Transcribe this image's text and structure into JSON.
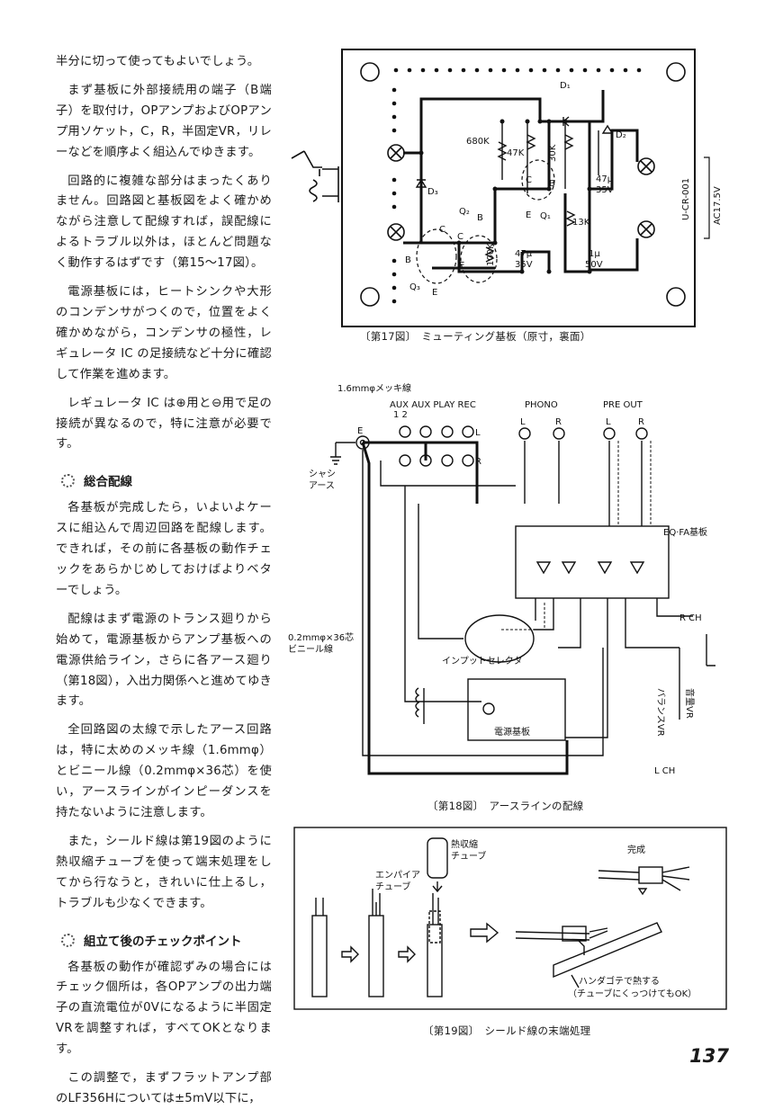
{
  "column_text": {
    "paragraphs": [
      "半分に切って使ってもよいでしょう。",
      "まず基板に外部接続用の端子（B端子）を取付け，OPアンプおよびOPアンプ用ソケット，C，R，半固定VR，リレーなどを順序よく組込んでゆきます。",
      "回路的に複雑な部分はまったくありません。回路図と基板図をよく確かめながら注意して配線すれば，誤配線によるトラブル以外は，ほとんど問題なく動作するはずです（第15～17図）。",
      "電源基板には，ヒートシンクや大形のコンデンサがつくので，位置をよく確かめながら，コンデンサの極性，レギュレータ IC の足接続など十分に確認して作業を進めます。",
      "レギュレータ IC は⊕用と⊖用で足の接続が異なるので，特に注意が必要です。"
    ],
    "heading1": "総合配線",
    "paragraphs2": [
      "各基板が完成したら，いよいよケースに組込んで周辺回路を配線します。できれば，その前に各基板の動作チェックをあらかじめしておけばよりベターでしょう。",
      "配線はまず電源のトランス廻りから始めて，電源基板からアンプ基板への電源供給ライン，さらに各アース廻り（第18図），入出力関係へと進めてゆきます。",
      "全回路図の太線で示したアース回路は，特に太めのメッキ線（1.6mmφ）とビニール線（0.2mmφ×36芯）を使い，アースラインがインピーダンスを持たないように注意します。",
      "また，シールド線は第19図のように熱収縮チューブを使って端末処理をしてから行なうと，きれいに仕上るし，トラブルも少なくできます。"
    ],
    "heading2": "組立て後のチェックポイント",
    "paragraphs3": [
      "各基板の動作が確認ずみの場合にはチェック個所は，各OPアンプの出力端子の直流電位が0Vになるように半固定VRを調整すれば，すべてOKとなります。",
      "この調整で，まずフラットアンプ部のLF356Hについては±5mV以下に，"
    ]
  },
  "fig17": {
    "caption": "〔第17図〕　ミューティング基板（原寸，裏面）",
    "labels": {
      "d1": "D₁",
      "d2": "D₂",
      "d3": "D₃",
      "r680": "680K",
      "r47": "47K",
      "r30": "30K",
      "c47a": "47μ",
      "v35a": "35V",
      "q2": "Q₂",
      "q1": "Q₁",
      "q3": "Q₃",
      "c": "C",
      "b": "B",
      "e": "E",
      "r13": "13K",
      "r100": "100K",
      "c47b": "47μ",
      "v35b": "35V",
      "c1": "1μ",
      "v50": "50V",
      "board_id": "U-CR-001",
      "ac": "AC17.5V"
    }
  },
  "fig18": {
    "caption": "〔第18図〕　アースラインの配線",
    "labels": {
      "wire16": "1.6mmφメッキ線",
      "aux": "AUX AUX PLAY REC",
      "n12": "1    2",
      "phono": "PHONO",
      "preout": "PRE OUT",
      "l": "L",
      "r": "R",
      "e": "E",
      "chassis": "シャシ",
      "earth": "アース",
      "eqfa": "EQ·FA基板",
      "rch": "R CH",
      "lch": "L CH",
      "wire02a": "0.2mmφ×36芯",
      "wire02b": "ビニール線",
      "selector": "インプットセレクタ",
      "power": "電源基板",
      "balance": "バランスVR",
      "volume": "音量VR"
    }
  },
  "fig19": {
    "caption": "〔第19図〕　シールド線の末端処理",
    "labels": {
      "tube1": "熱収縮",
      "tube2": "チューブ",
      "emp1": "エンパイア",
      "emp2": "チューブ",
      "done": "完成",
      "iron1": "ハンダゴテで熱する",
      "iron2": "（チューブにくっつけてもOK）"
    }
  },
  "page": {
    "number": "137"
  }
}
